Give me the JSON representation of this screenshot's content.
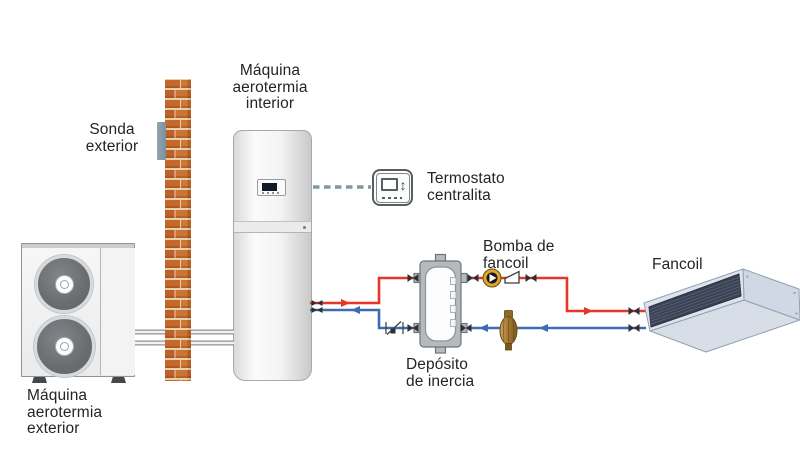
{
  "labels": {
    "outdoor_unit": "Máquina\naerotermia\nexterior",
    "indoor_unit": "Máquina\naerotermia\ninterior",
    "outdoor_sensor": "Sonda\nexterior",
    "thermostat": "Termostato\ncentralita",
    "buffer_tank": "Depósito\nde inercia",
    "fancoil_pump": "Bomba de\nfancoil",
    "fancoil": "Fancoil"
  },
  "colors": {
    "hot_water_pipe": "#e63529",
    "cold_water_pipe": "#3f6cb0",
    "refrigerant_pipe": "#8d9296",
    "control_wire": "#7e99a1",
    "brick": "#c4682c",
    "pump_body": "#e0a526",
    "brass_filter": "#a3762f",
    "fancoil_grille": "#3a4254",
    "tank_shell": "#b5babd",
    "text": "#242424"
  },
  "icons": {
    "fan": "dark-disc-with-white-hub",
    "shutoff_valve": "bowtie ▷◁",
    "pump": "yellow-circle-black-disc-white-triangle ▶",
    "check_valve": "flap-quad",
    "drain_check": "diagonal-with-square",
    "brass_filter": "vertical-brass-oval",
    "thermostat": "screen-with-updown-arrow ↕",
    "flow_arrow_supply": "▶",
    "flow_arrow_return": "◀"
  }
}
